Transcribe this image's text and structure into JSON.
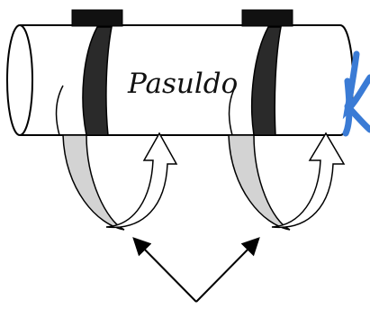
{
  "diagram": {
    "pipe_label": "Pasuldo",
    "elements": [
      {
        "id": "pipe",
        "kind": "cylinder"
      },
      {
        "id": "strap-left",
        "kind": "strap",
        "color_outer": "#2a2a2a",
        "color_inner": "#d3d3d3"
      },
      {
        "id": "strap-right",
        "kind": "strap",
        "color_outer": "#2a2a2a",
        "color_inner": "#d3d3d3"
      },
      {
        "id": "arrow-wrap-left",
        "kind": "curved-arrow"
      },
      {
        "id": "arrow-wrap-right",
        "kind": "curved-arrow"
      },
      {
        "id": "pointer-arrows",
        "kind": "v-arrows"
      },
      {
        "id": "blue-mark",
        "kind": "handwritten-mark",
        "color": "#3a7bd5"
      }
    ]
  }
}
